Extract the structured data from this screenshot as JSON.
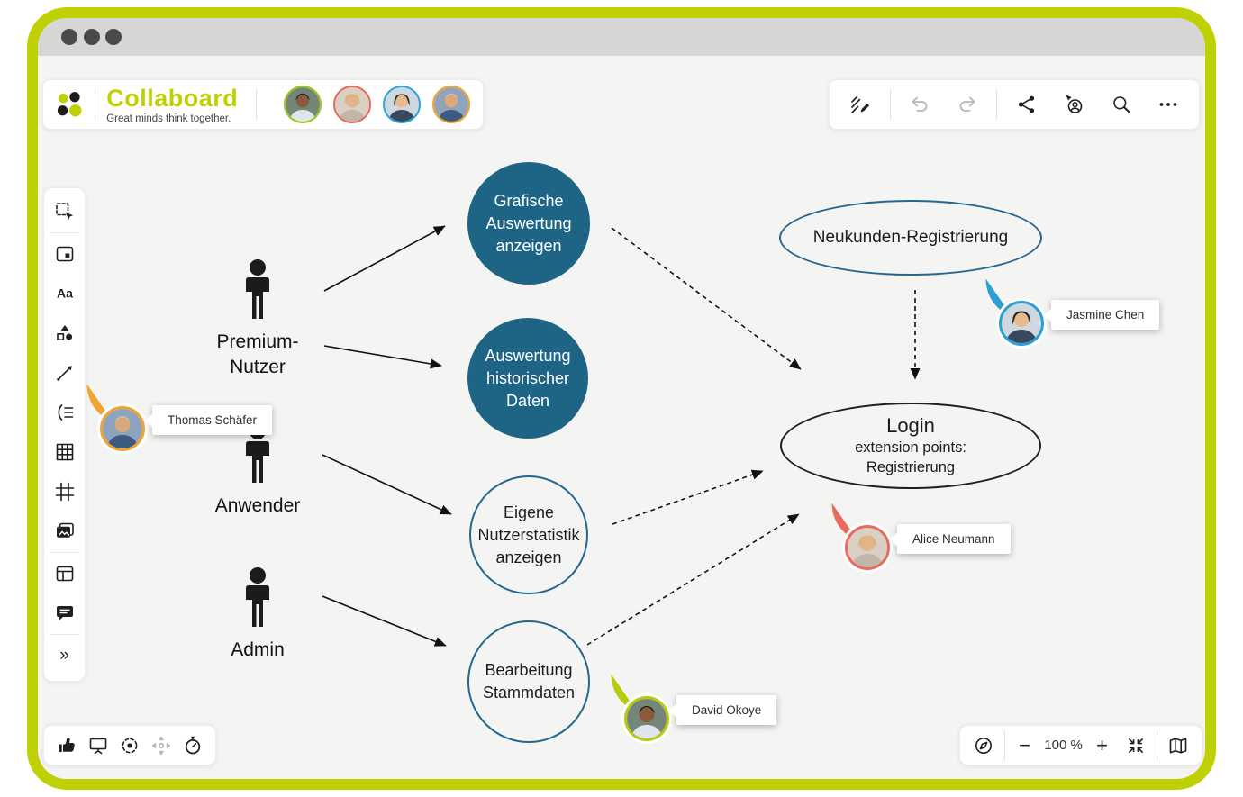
{
  "window": {
    "titlebar_dots": 3
  },
  "header": {
    "brand": {
      "name": "Collaboard",
      "tagline": "Great minds think together."
    },
    "collaborators": [
      {
        "name": "David Okoye",
        "ring_color": "#9cc41c"
      },
      {
        "name": "Alice Neumann",
        "ring_color": "#e8695c"
      },
      {
        "name": "Jasmine Chen",
        "ring_color": "#2ba4d9"
      },
      {
        "name": "Thomas Schäfer",
        "ring_color": "#eda32f"
      }
    ]
  },
  "toolbar_right": {
    "icons": [
      "quick-draw-pen",
      "undo",
      "redo",
      "share",
      "follow-user",
      "search",
      "more"
    ]
  },
  "sidebar": {
    "icons": [
      "select",
      "card",
      "text",
      "shapes",
      "connector",
      "mindmap",
      "grid",
      "frame",
      "media",
      "layout",
      "comment",
      "expand"
    ],
    "text_tool_glyph": "Aa",
    "expand_glyph": "»"
  },
  "bottom_left_toolbar": {
    "icons": [
      "like",
      "present",
      "focus",
      "pan",
      "timer"
    ]
  },
  "zoom_controls": {
    "minus": "−",
    "zoom_level": "100 %",
    "plus": "+",
    "icons": [
      "compass",
      "fit-to-screen",
      "minimap"
    ]
  },
  "diagram": {
    "actors": [
      {
        "label": "Premium-\nNutzer"
      },
      {
        "label": "Anwender"
      },
      {
        "label": "Admin"
      }
    ],
    "use_cases": [
      {
        "label": "Grafische\nAuswertung\nanzeigen",
        "style": "filled"
      },
      {
        "label": "Auswertung\nhistorischer\nDaten",
        "style": "filled"
      },
      {
        "label": "Eigene\nNutzerstatistik\nanzeigen",
        "style": "outlined"
      },
      {
        "label": "Bearbeitung\nStammdaten",
        "style": "outlined"
      }
    ],
    "ovals": [
      {
        "label": "Neukunden-Registrierung"
      },
      {
        "title": "Login",
        "subtitle": "extension points:\nRegistrierung"
      }
    ],
    "cursors": [
      {
        "name": "Thomas Schäfer",
        "color": "#f0a431"
      },
      {
        "name": "Jasmine Chen",
        "color": "#2b9fd4"
      },
      {
        "name": "Alice Neumann",
        "color": "#e96a5e"
      },
      {
        "name": "David Okoye",
        "color": "#b6cb10"
      }
    ]
  },
  "colors": {
    "frame_lime": "#bfd104",
    "canvas_bg": "#f4f4f3",
    "shape_fill_teal": "#1d6485",
    "shape_outline_blue": "#24688f",
    "login_outline": "#1f1f1f"
  }
}
